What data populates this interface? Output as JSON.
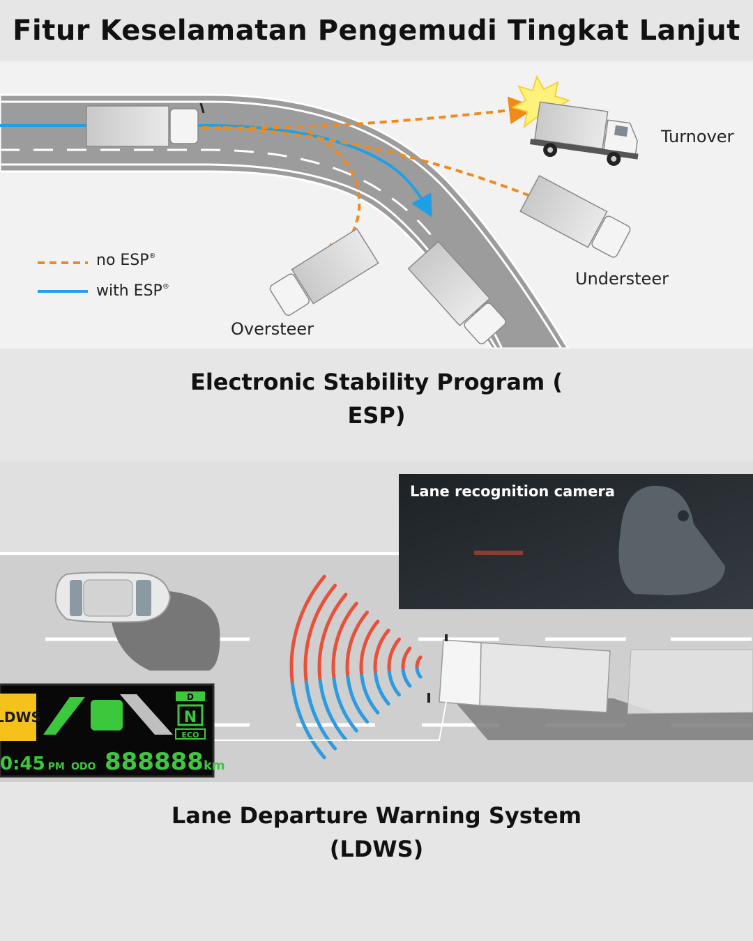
{
  "page": {
    "title": "Fitur Keselamatan Pengemudi Tingkat Lanjut"
  },
  "esp_section": {
    "labels": {
      "turnover": "Turnover",
      "understeer": "Understeer",
      "oversteer": "Oversteer"
    },
    "legend": {
      "no_esp": "no ESP",
      "with_esp": "with ESP",
      "registered_mark": "®"
    },
    "colors": {
      "no_esp_line": "#f08a1c",
      "with_esp_line": "#1ea0e6",
      "road": "#a7a7a7"
    },
    "caption_line1": "Electronic Stability Program (",
    "caption_line2": "ESP)"
  },
  "ldws_section": {
    "camera_label": "Lane recognition camera",
    "display": {
      "ldws_badge": "LDWS",
      "gear_d": "D",
      "gear_n": "N",
      "eco": "ECO",
      "time": "0:45",
      "time_suffix": "PM",
      "odo_label": "ODO",
      "odo_value": "888888",
      "odo_unit": "km"
    },
    "colors": {
      "signal_red": "#e8503a",
      "signal_blue": "#2d9be0",
      "display_green": "#3cc83c",
      "badge_yellow": "#f5c21b"
    },
    "caption_line1": "Lane Departure Warning System",
    "caption_line2": "(LDWS)"
  }
}
